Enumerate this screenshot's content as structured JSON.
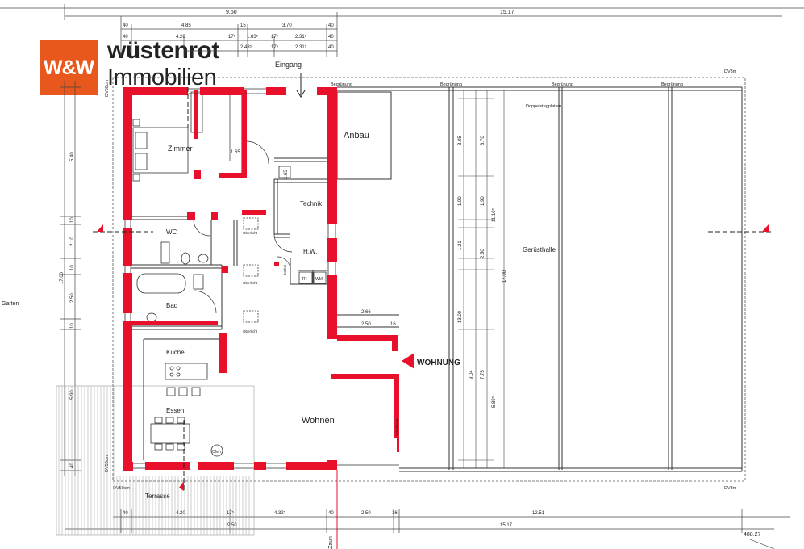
{
  "brand": {
    "mark": "W&W",
    "name": "wüstenrot",
    "subtitle": "Immobilien",
    "accent_color": "#e8571c"
  },
  "colors": {
    "wall": "#e8102a",
    "line": "#333333"
  },
  "rooms": {
    "zimmer": "Zimmer",
    "anbau": "Anbau",
    "technik": "Technik",
    "hw": "H.W.",
    "wc": "WC",
    "bad": "Bad",
    "kueche": "Küche",
    "essen": "Essen",
    "wohnen": "Wohnen",
    "geruesthalle": "Gerüsthalle",
    "wohnung": "WOHNUNG",
    "eingang": "Eingang",
    "garten": "Garten",
    "terrasse": "Terrasse",
    "zaun": "Zaun"
  },
  "labels": {
    "begruenung": "Begrünung",
    "doppelstegplatten": "Doppelstegplatten",
    "oberlicht": "Oberlicht",
    "moebel": "Möbel",
    "tr": "TR",
    "wm": "WM",
    "ofen": "Ofen",
    "dv50": "DV50cm",
    "dv3": "DV3m",
    "elevation": "488.27",
    "schiebe": "Schiebetür"
  },
  "dims": {
    "top_950": "9.50",
    "top_1517": "15.17",
    "d40": "40",
    "d485": "4.85",
    "d15": "15",
    "d370": "3.70",
    "d420": "4.20",
    "d175": "17⁵",
    "d183": "1.83⁵",
    "d231": "2.31⁵",
    "d243": "2.43⁵",
    "left_540": "5.40",
    "left_10": "10",
    "left_210": "2.10",
    "left_1700": "17.00",
    "left_250": "2.50",
    "left_590": "5.90",
    "d266": "2.66",
    "d250": "2.50",
    "d16": "16",
    "d165": "1.65",
    "bot_432": "4.32⁵",
    "bot_1251": "12.51",
    "r_305": "3.05",
    "r_190": "1.90",
    "r_121": "1.21",
    "r_1300": "13.00",
    "r_904": "9.04",
    "r_775": "7.75",
    "r_589": "5.89⁵",
    "r_370": "3.70",
    "r_1110": "11.10⁵",
    "r_1700": "17.00"
  }
}
